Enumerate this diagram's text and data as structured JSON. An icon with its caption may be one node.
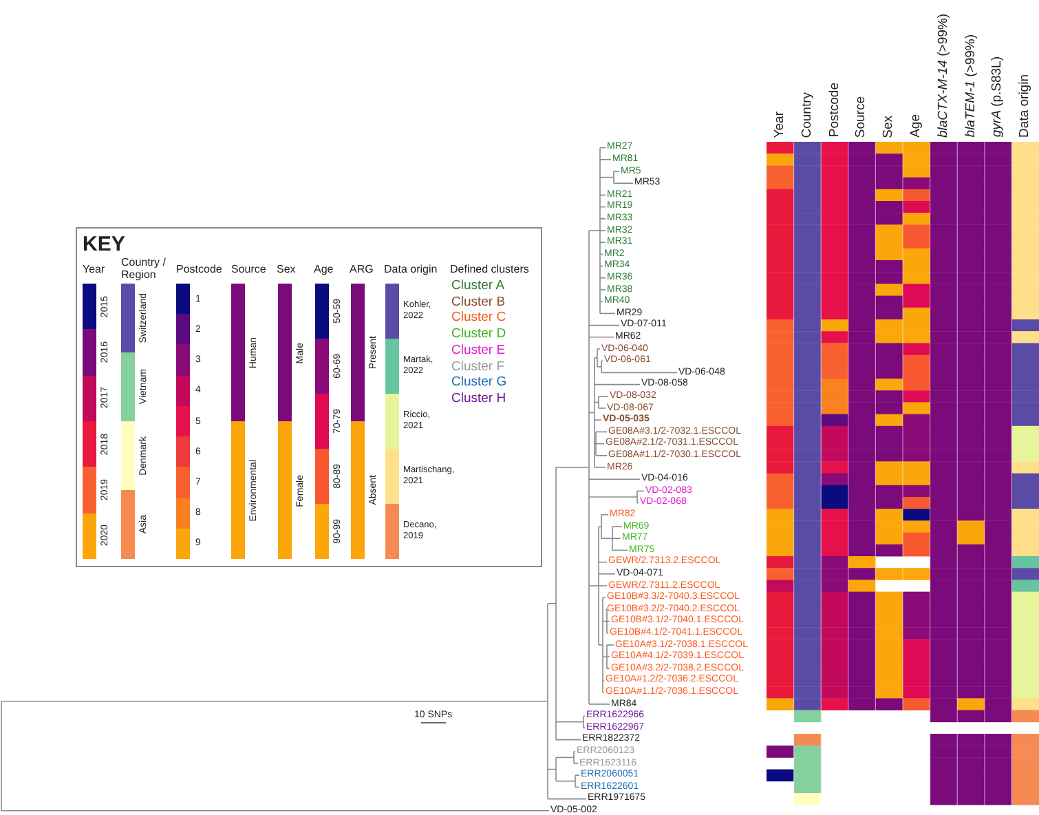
{
  "diagram": {
    "labels": [
      "Year",
      "Country",
      "Postcode",
      "Source",
      "Sex",
      "Age",
      "*blaCTX-M-14* (>99%)",
      "*blaTEM-1* (>99%)",
      "*gyrA* (p.S83L)",
      "Data origin",
      "MR27",
      "MR81",
      "MR5",
      "MR53",
      "MR21",
      "MR19",
      "MR33",
      "MR32",
      "MR31",
      "MR2",
      "MR34",
      "MR36",
      "MR38",
      "MR40",
      "MR29",
      "VD-07-011",
      "MR62",
      "VD-06-040",
      "VD-06-061",
      "VD-06-048",
      "VD-08-058",
      "VD-08-032",
      "VD-08-067",
      "VD-05-035",
      "GE08A#3.1/2-7032.1.ESCCOL",
      "GE08A#2.1/2-7031.1.ESCCOL",
      "GE08A#1.1/2-7030.1.ESCCOL",
      "MR26",
      "VD-04-016",
      "VD-02-083",
      "VD-02-068",
      "MR82",
      "MR69",
      "MR77",
      "MR75",
      "GEWR/2.7313.2.ESCCOL",
      "VD-04-071",
      "GEWR/2.7311.2.ESCCOL",
      "GE10B#3.3/2-7040.3.ESCCOL",
      "GE10B#3.2/2-7040.2.ESCCOL",
      "GE10B#3.1/2-7040.1.ESCCOL",
      "GE10B#4.1/2-7041.1.ESCCOL",
      "GE10A#3.1/2-7038.1.ESCCOL",
      "GE10A#4.1/2-7039.1.ESCCOL",
      "GE10A#3.2/2-7038.2.ESCCOL",
      "GE10A#1.2/2-7036.2.ESCCOL",
      "GE10A#1.1/2-7036.1.ESCCOL",
      "MR84",
      "ERR1622966",
      "ERR1622967",
      "ERR1822372",
      "ERR2060123",
      "ERR1623116",
      "ERR2060051",
      "ERR1622601",
      "ERR1971675",
      "VD-05-002",
      "KEY",
      "Year",
      "Country / Region",
      "Postcode",
      "Source",
      "Sex",
      "Age",
      "ARG",
      "Data origin",
      "Defined clusters",
      "10 SNPs"
    ],
    "legend": [
      {
        "text": "2015",
        "color": "#0b0b80"
      },
      {
        "text": "2016",
        "color": "#7b0a7b"
      },
      {
        "text": "2017",
        "color": "#c2095c"
      },
      {
        "text": "2018",
        "color": "#e8193c"
      },
      {
        "text": "2019",
        "color": "#f8602f"
      },
      {
        "text": "2020",
        "color": "#fba60a"
      },
      {
        "text": "Switzerland",
        "color": "#5a4ca6"
      },
      {
        "text": "Vietnam",
        "color": "#86d0a0"
      },
      {
        "text": "Denmark",
        "color": "#ffffc0"
      },
      {
        "text": "Asia",
        "color": "#f58a52"
      },
      {
        "text": "1",
        "color": "#0b0b80"
      },
      {
        "text": "2",
        "color": "#5b0a80"
      },
      {
        "text": "3",
        "color": "#8a0a78"
      },
      {
        "text": "4",
        "color": "#c2095c"
      },
      {
        "text": "5",
        "color": "#e6104a"
      },
      {
        "text": "6",
        "color": "#f03a3a"
      },
      {
        "text": "7",
        "color": "#f8602f"
      },
      {
        "text": "8",
        "color": "#fa8020"
      },
      {
        "text": "9",
        "color": "#fba60a"
      },
      {
        "text": "Human",
        "color": "#7b0a7b"
      },
      {
        "text": "Environmental",
        "color": "#fba60a"
      },
      {
        "text": "Male",
        "color": "#7b0a7b"
      },
      {
        "text": "Female",
        "color": "#fba60a"
      },
      {
        "text": "50-59",
        "color": "#0b0b80"
      },
      {
        "text": "60-69",
        "color": "#8a0a78"
      },
      {
        "text": "70-79",
        "color": "#de0a55"
      },
      {
        "text": "80-89",
        "color": "#f8582f"
      },
      {
        "text": "90-99",
        "color": "#fba60a"
      },
      {
        "text": "Present",
        "color": "#7b0a7b"
      },
      {
        "text": "Absent",
        "color": "#fba60a"
      },
      {
        "text": "Kohler, 2022",
        "color": "#5a4ca6"
      },
      {
        "text": "Martak, 2022",
        "color": "#66c4a0"
      },
      {
        "text": "Riccio, 2021",
        "color": "#e6f59a"
      },
      {
        "text": "Martischang, 2021",
        "color": "#fee08b"
      },
      {
        "text": "Decano, 2019",
        "color": "#f58a52"
      },
      {
        "text": "Cluster A",
        "color": "#2e7d32"
      },
      {
        "text": "Cluster B",
        "color": "#8b4a2b"
      },
      {
        "text": "Cluster C",
        "color": "#ff5a1f"
      },
      {
        "text": "Cluster D",
        "color": "#3cb521"
      },
      {
        "text": "Cluster E",
        "color": "#e020d0"
      },
      {
        "text": "Cluster F",
        "color": "#9a9a9a"
      },
      {
        "text": "Cluster G",
        "color": "#1f6fb0"
      },
      {
        "text": "Cluster H",
        "color": "#6a1b9a"
      }
    ]
  }
}
